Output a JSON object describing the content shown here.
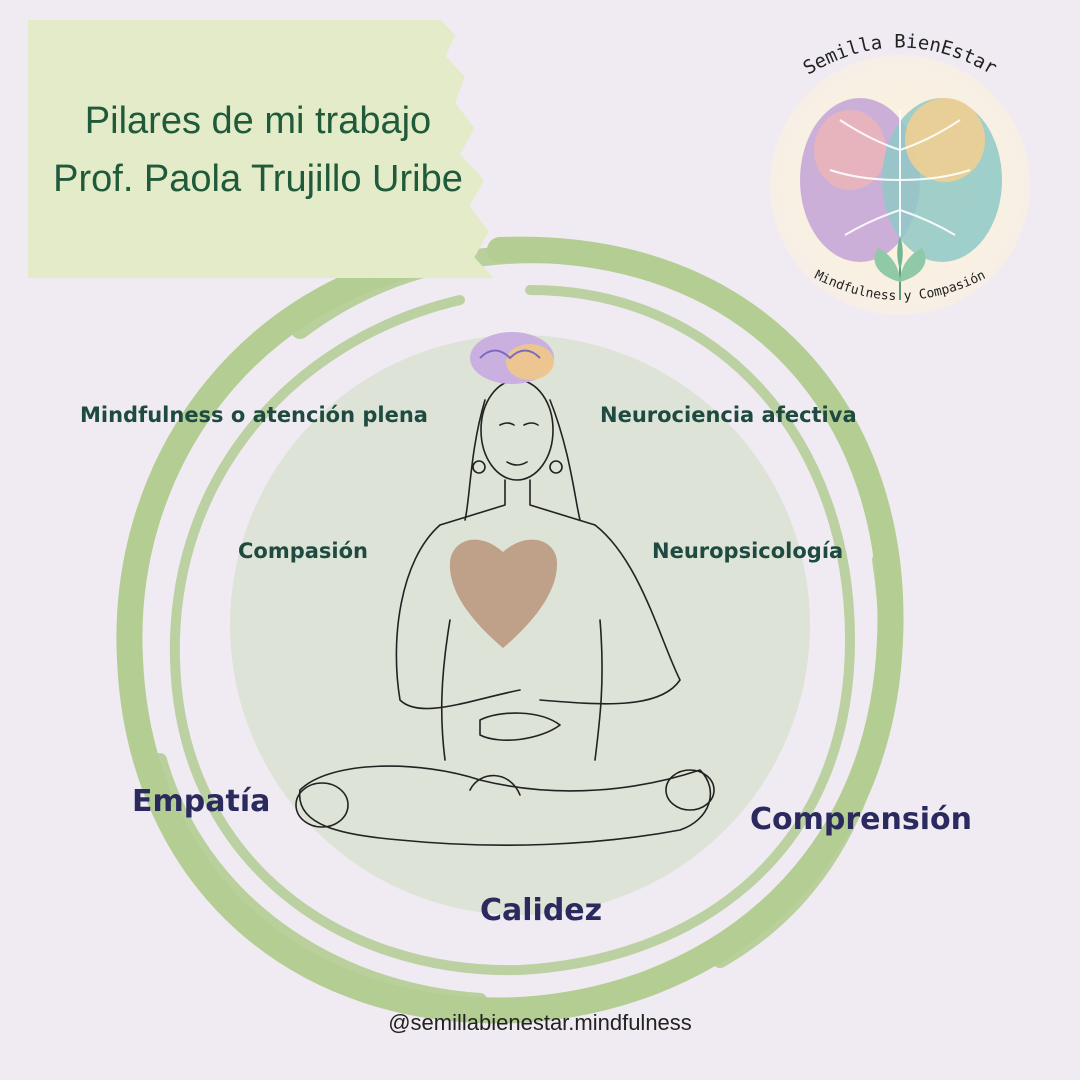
{
  "title": {
    "line1": "Pilares de mi trabajo",
    "line2": "Prof. Paola Trujillo Uribe"
  },
  "logo": {
    "top_text": "Semilla BienEstar",
    "bottom_text": "Mindfulness y Compasión"
  },
  "pillars": {
    "mindfulness": "Mindfulness o atención plena",
    "neurociencia": "Neurociencia afectiva",
    "compasion": "Compasión",
    "neuropsicologia": "Neuropsicología",
    "empatia": "Empatía",
    "comprension": "Comprensión",
    "calidez": "Calidez"
  },
  "handle": "@semillabienestar.mindfulness",
  "colors": {
    "background": "#f0ebf2",
    "title_card": "#e3ebc9",
    "title_text": "#1f5a3a",
    "ring": "#b3cd93",
    "inner_circle": "#dde3d6",
    "pillar_small": "#1e4a40",
    "pillar_large": "#2a2a5e"
  }
}
